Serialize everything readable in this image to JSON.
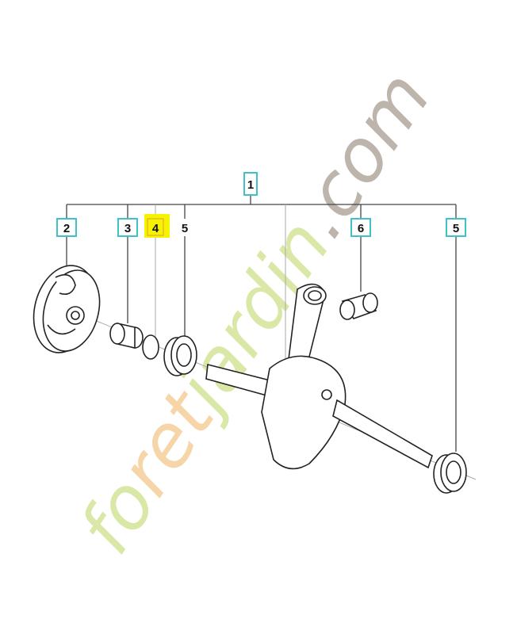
{
  "diagram": {
    "callouts": [
      {
        "id": "1",
        "boxed": true,
        "highlighted": false
      },
      {
        "id": "2",
        "boxed": true,
        "highlighted": false
      },
      {
        "id": "3",
        "boxed": true,
        "highlighted": false
      },
      {
        "id": "4",
        "boxed": true,
        "highlighted": true
      },
      {
        "id": "5",
        "boxed": false,
        "highlighted": false
      },
      {
        "id": "6",
        "boxed": true,
        "highlighted": false
      },
      {
        "id": "5",
        "boxed": true,
        "highlighted": false
      }
    ],
    "colors": {
      "callout_border": "#3fc1c9",
      "highlight": "#f7f200"
    }
  },
  "watermark": {
    "text_green_1": "fo",
    "text_orange": "ret",
    "text_green_2": "jardin",
    "text_gray": ".com",
    "colors": {
      "green": "#d9e8a6",
      "orange": "#f6d5a8",
      "gray": "#bdb5ac"
    }
  }
}
